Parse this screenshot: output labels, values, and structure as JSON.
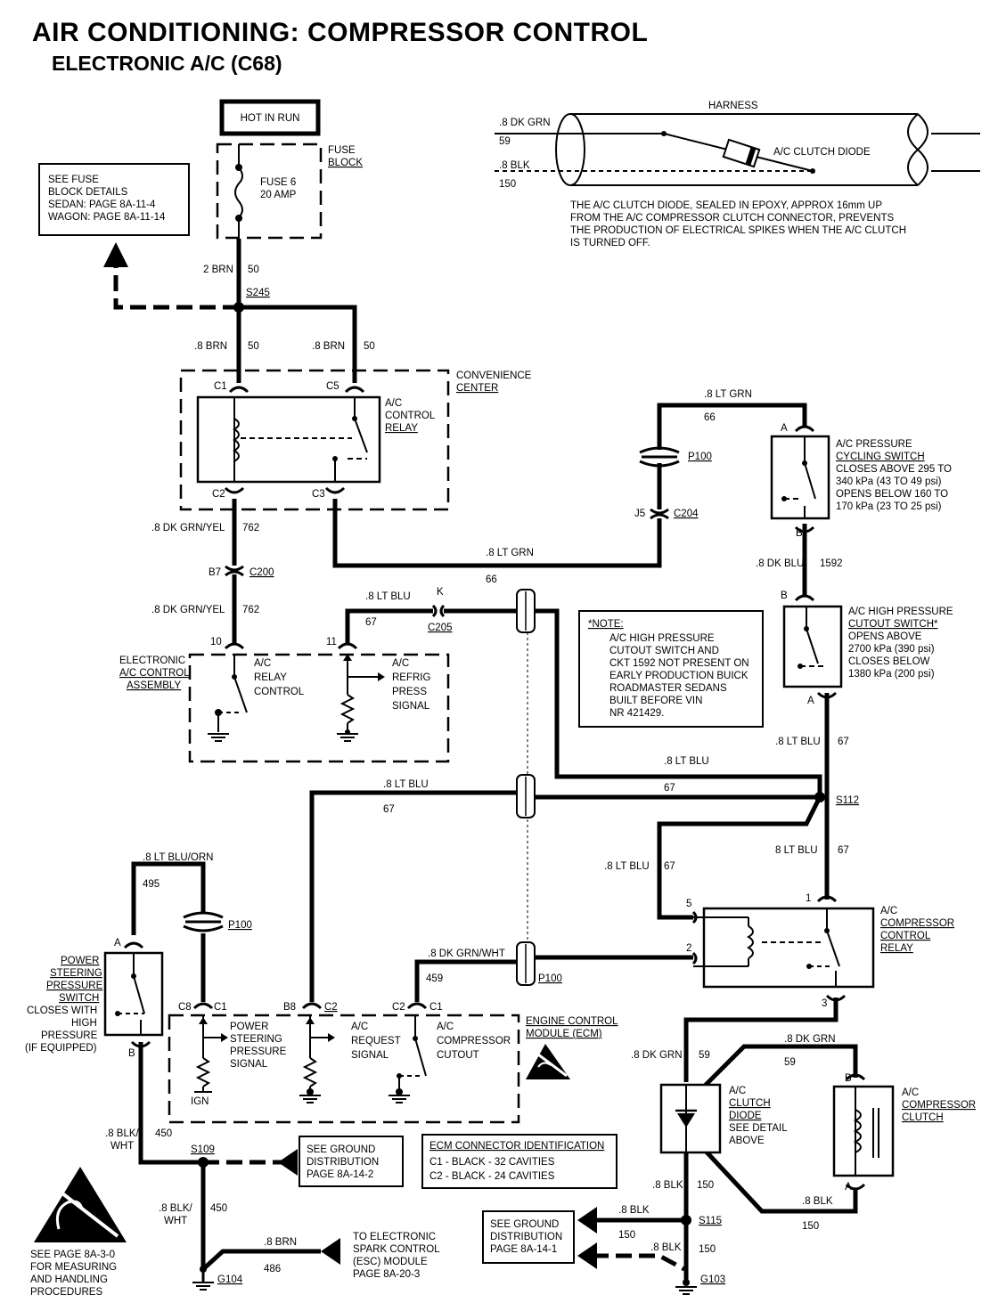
{
  "header": {
    "title": "AIR CONDITIONING:  COMPRESSOR CONTROL",
    "subtitle": "ELECTRONIC A/C (C68)"
  },
  "power": {
    "hot_in_run": "HOT IN RUN"
  },
  "fuse_block": {
    "label_1": "FUSE",
    "label_2": "BLOCK",
    "fuse_1": "FUSE 6",
    "fuse_2": "20 AMP"
  },
  "fuse_note": {
    "line_1": "SEE FUSE",
    "line_2": "BLOCK DETAILS",
    "line_3": "SEDAN:   PAGE 8A-11-4",
    "line_4": "WAGON:  PAGE 8A-11-14"
  },
  "harness": {
    "title": "HARNESS",
    "wire_top": ".8 DK GRN",
    "ckt_top": "59",
    "wire_bottom": ".8 BLK",
    "ckt_bottom": "150",
    "diode_label": "A/C CLUTCH DIODE",
    "note_1": "THE A/C CLUTCH DIODE, SEALED IN EPOXY, APPROX 16mm UP",
    "note_2": "FROM THE A/C COMPRESSOR CLUTCH CONNECTOR, PREVENTS",
    "note_3": "THE PRODUCTION OF ELECTRICAL SPIKES WHEN THE A/C CLUTCH",
    "note_4": "IS TURNED OFF."
  },
  "wires": {
    "w_2brn": "2 BRN",
    "c50": "50",
    "s245": "S245",
    "w_8brn": ".8 BRN",
    "w_dkgrnyel": ".8 DK GRN/YEL",
    "c762": "762",
    "w_ltgrn": ".8 LT GRN",
    "c66": "66",
    "w_ltblu": ".8 LT BLU",
    "c67": "67",
    "w_ltblu_nodot": "8 LT BLU",
    "w_dkblu": ".8 DK BLU",
    "c1592": "1592",
    "w_ltbluorn": ".8 LT BLU/ORN",
    "c495": "495",
    "w_dkgrnwht": ".8 DK GRN/WHT",
    "c459": "459",
    "w_dkgrn": ".8 DK GRN",
    "c59": "59",
    "w_blk": ".8 BLK",
    "c150": "150",
    "w_blkwht_1": ".8 BLK/",
    "w_blkwht_2": "WHT",
    "c450": "450",
    "w_8brn_esc": ".8 BRN",
    "c486": "486",
    "s112": "S112",
    "s109": "S109",
    "s115": "S115",
    "g104": "G104",
    "g103": "G103"
  },
  "connectors": {
    "c1": "C1",
    "c2": "C2",
    "c3": "C3",
    "c5": "C5",
    "c8": "C8",
    "b7": "B7",
    "b8": "B8",
    "c200": "C200",
    "c204": "C204",
    "c205": "C205",
    "j5": "J5",
    "k": "K",
    "p100": "P100",
    "pin_a": "A",
    "pin_b": "B",
    "pin_10": "10",
    "pin_11": "11",
    "pin_1": "1",
    "pin_2": "2",
    "pin_3": "3",
    "pin_5": "5"
  },
  "convenience_center": {
    "line_1": "CONVENIENCE",
    "line_2": "CENTER"
  },
  "ac_control_relay": {
    "line_1": "A/C",
    "line_2": "CONTROL",
    "line_3": "RELAY"
  },
  "pressure_cycling_switch": {
    "line_1": "A/C  PRESSURE",
    "line_2": "CYCLING SWITCH",
    "line_3": "CLOSES ABOVE 295 TO",
    "line_4": "340 kPa (43 TO 49 psi)",
    "line_5": "OPENS BELOW 160 TO",
    "line_6": "170 kPa (23 TO 25 psi)"
  },
  "high_pressure_switch": {
    "line_1": "A/C HIGH PRESSURE",
    "line_2": "CUTOUT SWITCH*",
    "line_3": "OPENS ABOVE",
    "line_4": "2700 kPa (390 psi)",
    "line_5": "CLOSES BELOW",
    "line_6": "1380 kPa (200 psi)"
  },
  "note_box": {
    "line_1": "*NOTE:",
    "line_2": "A/C HIGH PRESSURE",
    "line_3": "CUTOUT SWITCH AND",
    "line_4": "CKT 1592 NOT PRESENT ON",
    "line_5": "EARLY PRODUCTION BUICK",
    "line_6": "ROADMASTER SEDANS",
    "line_7": "BUILT BEFORE VIN",
    "line_8": "NR 421429."
  },
  "electronic_ac_control": {
    "name_1": "ELECTRONIC",
    "name_2": "A/C CONTROL",
    "name_3": "ASSEMBLY",
    "relay_1": "A/C",
    "relay_2": "RELAY",
    "relay_3": "CONTROL",
    "refrig_1": "A/C",
    "refrig_2": "REFRIG",
    "refrig_3": "PRESS",
    "refrig_4": "SIGNAL"
  },
  "compressor_control_relay": {
    "line_1": "A/C",
    "line_2": "COMPRESSOR",
    "line_3": "CONTROL",
    "line_4": "RELAY"
  },
  "power_steering_switch": {
    "line_1": "POWER",
    "line_2": "STEERING",
    "line_3": "PRESSURE",
    "line_4": "SWITCH",
    "line_5": "CLOSES WITH",
    "line_6": "HIGH",
    "line_7": "PRESSURE",
    "line_8": "(IF EQUIPPED)"
  },
  "ecm": {
    "name_1": "ENGINE CONTROL",
    "name_2": "MODULE (ECM)",
    "ps_1": "POWER",
    "ps_2": "STEERING",
    "ps_3": "PRESSURE",
    "ps_4": "SIGNAL",
    "ign": "IGN",
    "req_1": "A/C",
    "req_2": "REQUEST",
    "req_3": "SIGNAL",
    "cut_1": "A/C",
    "cut_2": "COMPRESSOR",
    "cut_3": "CUTOUT"
  },
  "ecm_connector_id": {
    "title": "ECM CONNECTOR IDENTIFICATION",
    "row_1": "C1   -   BLACK     -  32 CAVITIES",
    "row_2": "C2   -   BLACK     -  24 CAVITIES"
  },
  "clutch_diode": {
    "line_1": "A/C",
    "line_2": "CLUTCH",
    "line_3": "DIODE",
    "line_4": "SEE DETAIL",
    "line_5": "ABOVE"
  },
  "compressor_clutch": {
    "line_1": "A/C",
    "line_2": "COMPRESSOR",
    "line_3": "CLUTCH"
  },
  "ground_dist_1": {
    "line_1": "SEE GROUND",
    "line_2": "DISTRIBUTION",
    "line_3": "PAGE 8A-14-2"
  },
  "ground_dist_2": {
    "line_1": "SEE GROUND",
    "line_2": "DISTRIBUTION",
    "line_3": "PAGE 8A-14-1"
  },
  "esc_ref": {
    "line_1": "TO ELECTRONIC",
    "line_2": "SPARK CONTROL",
    "line_3": "(ESC) MODULE",
    "line_4": "PAGE 8A-20-3"
  },
  "esd_note": {
    "line_1": "SEE PAGE 8A-3-0",
    "line_2": "FOR MEASURING",
    "line_3": "AND HANDLING",
    "line_4": "PROCEDURES"
  }
}
